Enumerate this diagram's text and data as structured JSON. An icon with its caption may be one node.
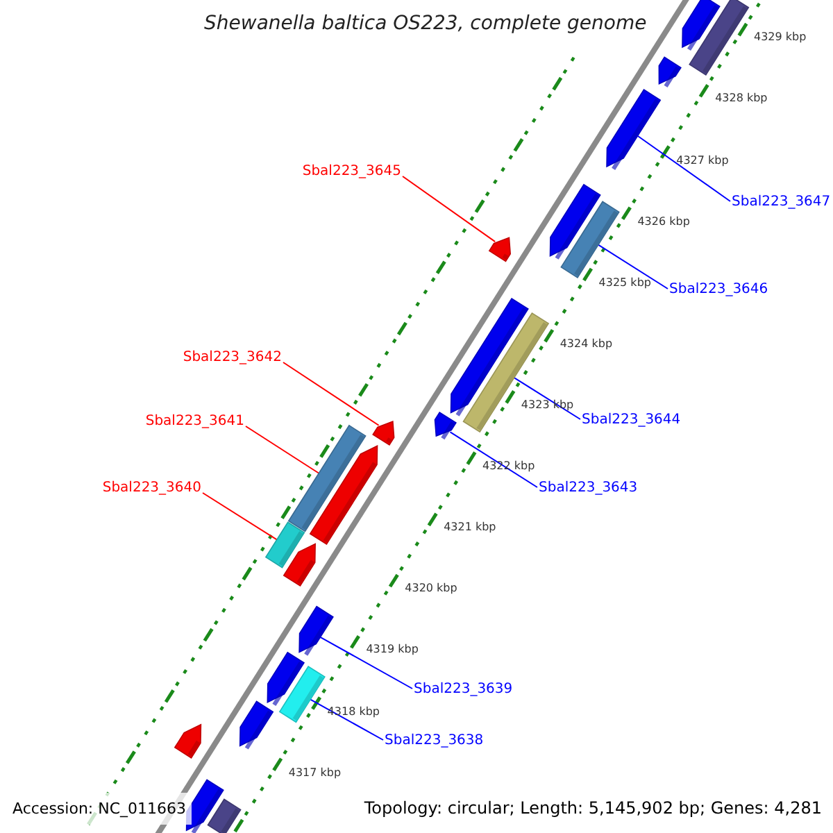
{
  "diagram": {
    "title": "Shewanella baltica OS223, complete genome",
    "nodes": [
      {
        "text": [
          "Sbal223_3645"
        ]
      },
      {
        "text": [
          "Sbal223_3647"
        ]
      },
      {
        "text": [
          "Sbal223_3646"
        ]
      },
      {
        "text": [
          "Sbal223_3642"
        ]
      },
      {
        "text": [
          "Sbal223_3641"
        ]
      },
      {
        "text": [
          "Sbal223_3644"
        ]
      },
      {
        "text": [
          "Sbal223_3640"
        ]
      },
      {
        "text": [
          "Sbal223_3643"
        ]
      },
      {
        "text": [
          "Sbal223_3639"
        ]
      },
      {
        "text": [
          "Sbal223_3638"
        ]
      },
      {
        "text": [],
        "shape": "bar"
      },
      {
        "text": [],
        "shape": "bar"
      },
      {
        "text": [],
        "shape": "bar"
      },
      {
        "text": [],
        "shape": "bar"
      },
      {
        "text": [],
        "shape": "bar"
      },
      {
        "text": [],
        "shape": "bar"
      },
      {
        "text": [],
        "shape": "bar"
      },
      {
        "text": [],
        "shape": "bar"
      },
      {
        "text": [],
        "shape": "bar"
      },
      {
        "text": [],
        "shape": "bar"
      },
      {
        "text": [],
        "shape": "bar"
      },
      {
        "text": [],
        "shape": "bar"
      },
      {
        "text": [],
        "shape": "bar"
      },
      {
        "text": [],
        "shape": "bar"
      },
      {
        "text": [],
        "shape": "bar"
      },
      {
        "text": [],
        "shape": "bar"
      },
      {
        "text": [],
        "shape": "bar"
      },
      {
        "text": [],
        "shape": "bar"
      },
      {
        "text": [],
        "shape": "bar"
      },
      {
        "text": [],
        "shape": "bar"
      },
      {
        "text": [],
        "shape": "bar"
      },
      {
        "text": [],
        "shape": "bar"
      }
    ],
    "edges": [
      {
        "from": 0,
        "to": 16,
        "arrow": "none",
        "color": "#ff0000"
      },
      {
        "from": 1,
        "to": 13,
        "arrow": "none"
      },
      {
        "from": 2,
        "to": 15,
        "arrow": "none"
      },
      {
        "from": 3,
        "to": 20,
        "arrow": "none",
        "color": "#ff0000"
      },
      {
        "from": 4,
        "to": 21,
        "arrow": "none",
        "color": "#ff0000"
      },
      {
        "from": 5,
        "to": 18,
        "arrow": "none"
      },
      {
        "from": 6,
        "to": 23,
        "arrow": "none",
        "color": "#ff0000"
      },
      {
        "from": 7,
        "to": 19,
        "arrow": "none"
      },
      {
        "from": 8,
        "to": 25,
        "arrow": "none"
      },
      {
        "from": 9,
        "to": 27,
        "arrow": "none"
      }
    ],
    "labels": [
      "4329 kbp",
      "4328 kbp",
      "4327 kbp",
      "4326 kbp",
      "4325 kbp",
      "4324 kbp",
      "4323 kbp",
      "4322 kbp",
      "4321 kbp",
      "4320 kbp",
      "4319 kbp",
      "4318 kbp",
      "4317 kbp",
      "Accession: NC_011663",
      "Topology: circular; Length: 5,145,902 bp; Genes: 4,281"
    ]
  }
}
